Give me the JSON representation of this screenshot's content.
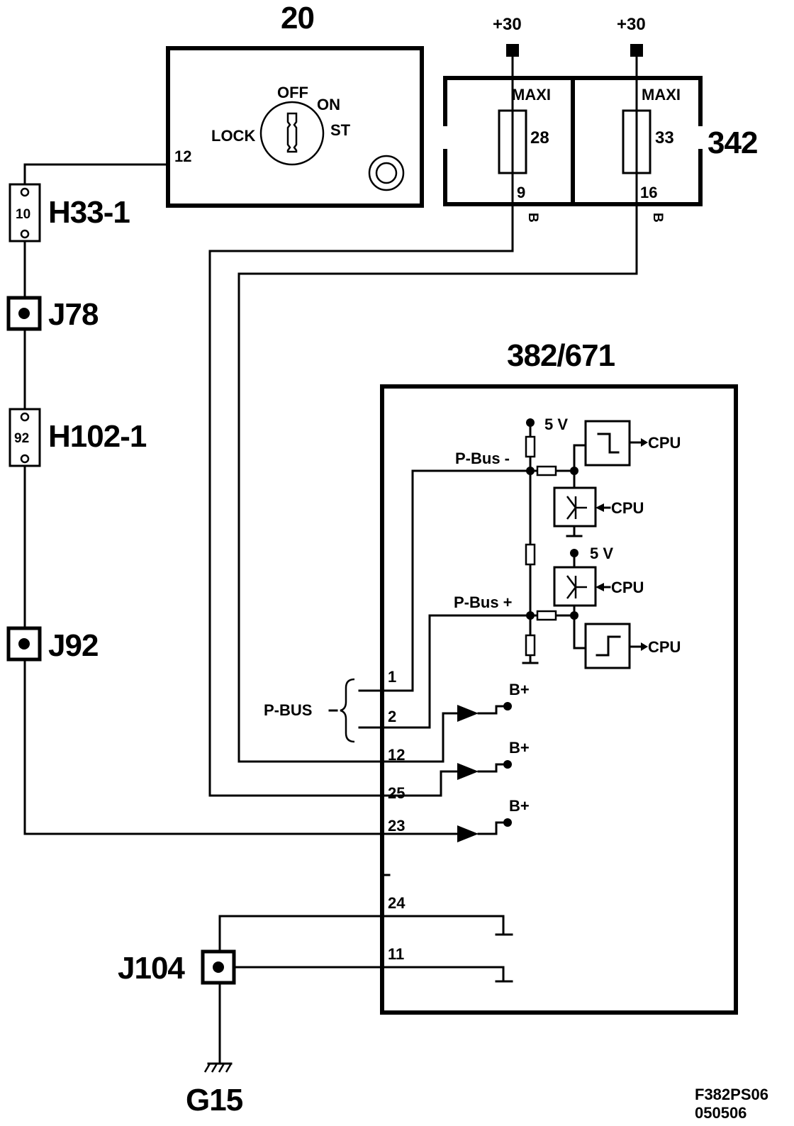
{
  "components": {
    "ignition_switch": {
      "id": "20",
      "pin": "12",
      "positions": [
        "OFF",
        "ON",
        "ST",
        "LOCK"
      ]
    },
    "fuse_box": {
      "id": "342",
      "fuses": [
        {
          "type": "MAXI",
          "number": "28",
          "supply": "+30",
          "pin": "9",
          "wire_color": "B"
        },
        {
          "type": "MAXI",
          "number": "33",
          "supply": "+30",
          "pin": "16",
          "wire_color": "B"
        }
      ]
    },
    "connectors": [
      {
        "id": "H33-1",
        "pin": "10"
      },
      {
        "id": "J78"
      },
      {
        "id": "H102-1",
        "pin": "92"
      },
      {
        "id": "J92"
      },
      {
        "id": "J104"
      }
    ],
    "ground": "G15",
    "control_module": {
      "id": "382/671",
      "pins": [
        "1",
        "2",
        "12",
        "25",
        "23",
        "24",
        "11"
      ],
      "bus_lines": [
        "P-Bus -",
        "P-Bus +"
      ],
      "bus_label": "P-BUS",
      "supply_5v": "5 V",
      "cpu": "CPU",
      "battery": "B+"
    }
  },
  "footer": {
    "code": "F382PS06",
    "date": "050506"
  }
}
